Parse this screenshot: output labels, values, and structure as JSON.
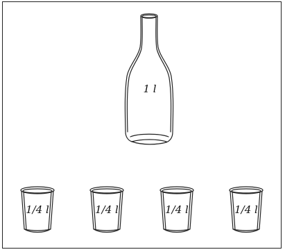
{
  "bottle": {
    "label": "1 l"
  },
  "cups": [
    {
      "label": "1/4 l"
    },
    {
      "label": "1/4 l"
    },
    {
      "label": "1/4 l"
    },
    {
      "label": "1/4 l"
    }
  ],
  "colors": {
    "stroke": "#222222",
    "background": "#ffffff"
  }
}
